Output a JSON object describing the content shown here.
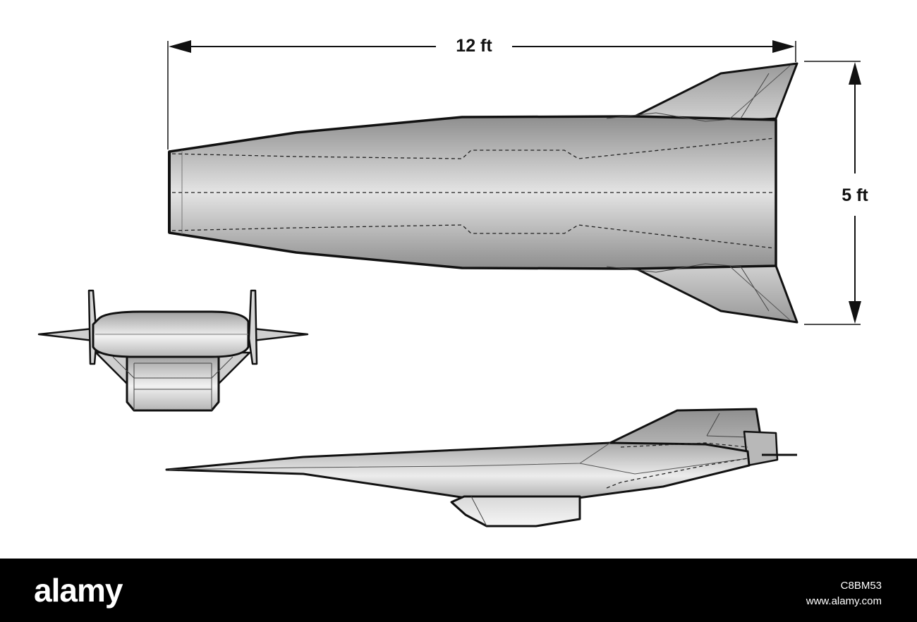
{
  "dimensions": {
    "length_label": "12 ft",
    "height_label": "5 ft"
  },
  "footer": {
    "logo": "alamy",
    "image_id": "C8BM53",
    "site": "www.alamy.com"
  },
  "colors": {
    "outline": "#111111",
    "fill_light": "#f0f0f0",
    "fill_mid": "#c6c6c6",
    "fill_dark": "#8e8e8e",
    "footer_bg": "#000000"
  }
}
